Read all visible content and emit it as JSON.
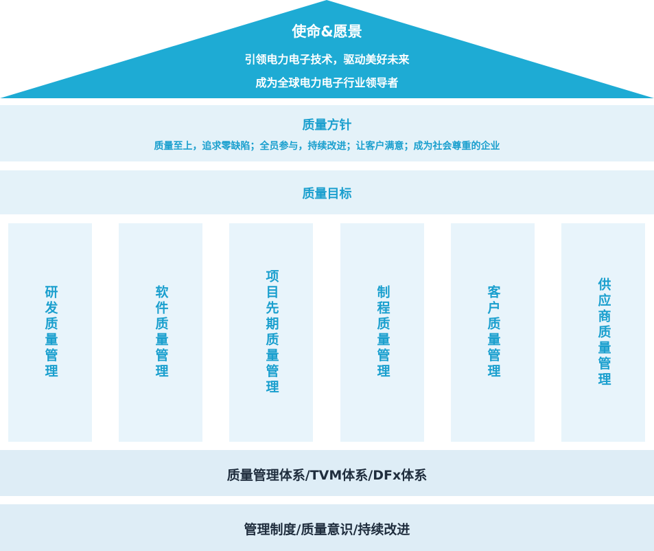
{
  "colors": {
    "roof": "#1eabd4",
    "band_bg": "#e4f2f9",
    "pillar_bg": "#e8f4fb",
    "base_bg": "#deedf6",
    "accent_text": "#1a9fce",
    "base_text": "#1f2d3d"
  },
  "roof": {
    "title": "使命&愿景",
    "line1": "引领电力电子技术，驱动美好未来",
    "line2": "成为全球电力电子行业领导者"
  },
  "policy": {
    "title": "质量方针",
    "text": "质量至上，追求零缺陷；全员参与，持续改进；让客户满意；成为社会尊重的企业"
  },
  "goal": {
    "title": "质量目标"
  },
  "pillars": [
    "研发质量管理",
    "软件质量管理",
    "项目先期质量管理",
    "制程质量管理",
    "客户质量管理",
    "供应商质量管理"
  ],
  "foundation": {
    "system": "质量管理体系/TVM体系/DFx体系",
    "base": "管理制度/质量意识/持续改进"
  }
}
